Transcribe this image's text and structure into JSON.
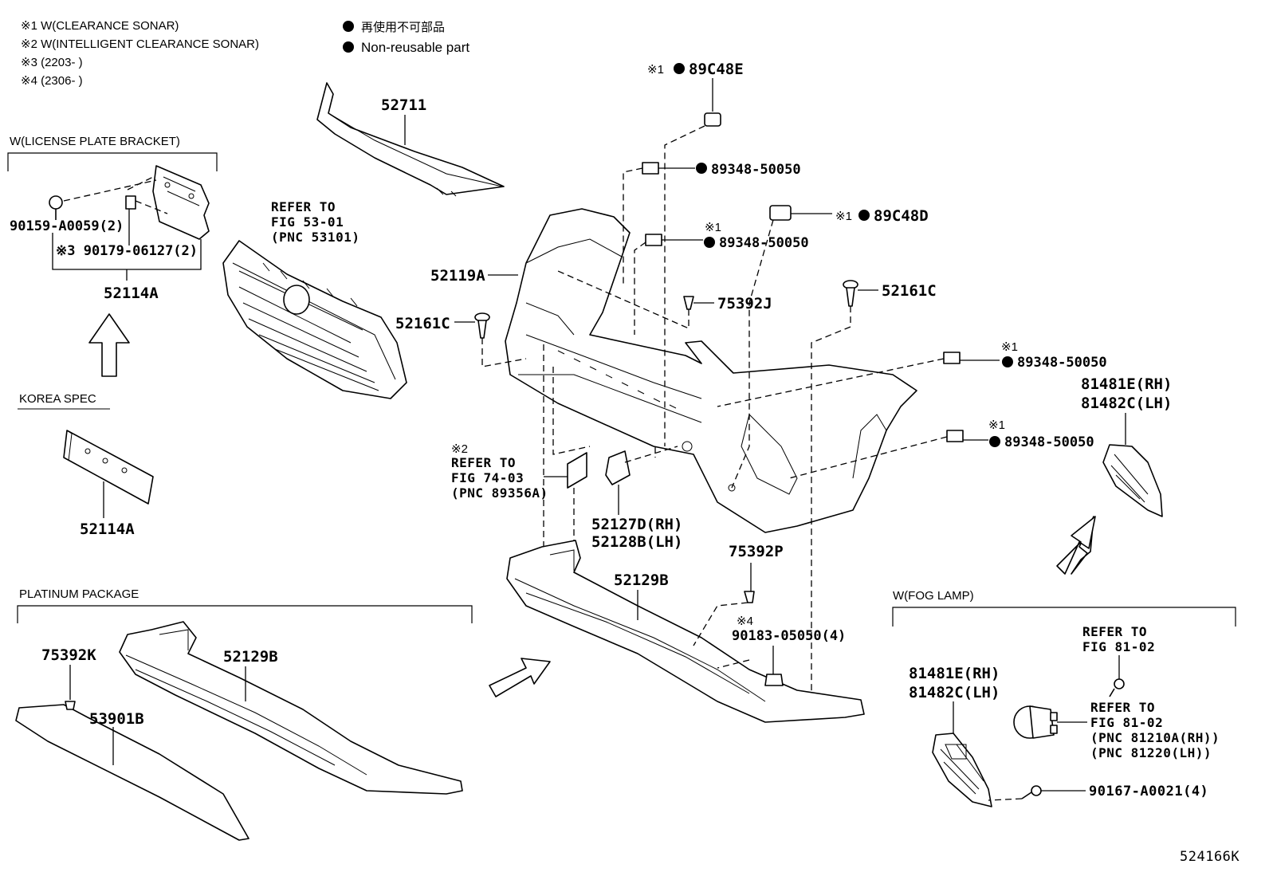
{
  "notes": {
    "n1": "※1 W(CLEARANCE SONAR)",
    "n2": "※2 W(INTELLIGENT CLEARANCE SONAR)",
    "n3": "※3 (2203-      )",
    "n4": "※4 (2306-      )",
    "legend_jp": "再使用不可部品",
    "legend_en": "Non-reusable part"
  },
  "sections": {
    "license": "W(LICENSE PLATE BRACKET)",
    "korea": "KOREA SPEC",
    "platinum": "PLATINUM PACKAGE",
    "fog": "W(FOG LAMP)"
  },
  "labels": {
    "p52711": "52711",
    "ref53_1": "REFER TO",
    "ref53_2": "FIG 53-01",
    "ref53_3": "(PNC 53101)",
    "p90159": "90159-A0059(2)",
    "p90179": "※3 90179-06127(2)",
    "p52114a_top": "52114A",
    "p52114a_bot": "52114A",
    "p89c48e_mark": "※1",
    "p89c48e": "89C48E",
    "p89348_a": "89348-50050",
    "p89348_b_mark": "※1",
    "p89348_b": "89348-50050",
    "p89c48d_mark": "※1",
    "p89c48d": "89C48D",
    "p52119a": "52119A",
    "p75392j": "75392J",
    "p52161c_l": "52161C",
    "p52161c_r": "52161C",
    "p89348_c_mark": "※1",
    "p89348_c": "89348-50050",
    "p89348_d_mark": "※1",
    "p89348_d": "89348-50050",
    "p81481e_a": "81481E(RH)",
    "p81482c_a": "81482C(LH)",
    "ref74_mark": "※2",
    "ref74_1": "REFER TO",
    "ref74_2": "FIG 74-03",
    "ref74_3": "(PNC 89356A)",
    "p52127d": "52127D(RH)",
    "p52128b": "52128B(LH)",
    "p75392p": "75392P",
    "p52129b_main": "52129B",
    "p90183_mark": "※4",
    "p90183": "90183-05050(4)",
    "p75392k": "75392K",
    "p52129b_plat": "52129B",
    "p53901b": "53901B",
    "ref81a_1": "REFER TO",
    "ref81a_2": "FIG 81-02",
    "p81481e_b": "81481E(RH)",
    "p81482c_b": "81482C(LH)",
    "ref81b_1": "REFER TO",
    "ref81b_2": "FIG 81-02",
    "ref81b_3": "(PNC 81210A(RH))",
    "ref81b_4": "(PNC 81220(LH))",
    "p90167": "90167-A0021(4)",
    "figno": "524166K"
  }
}
